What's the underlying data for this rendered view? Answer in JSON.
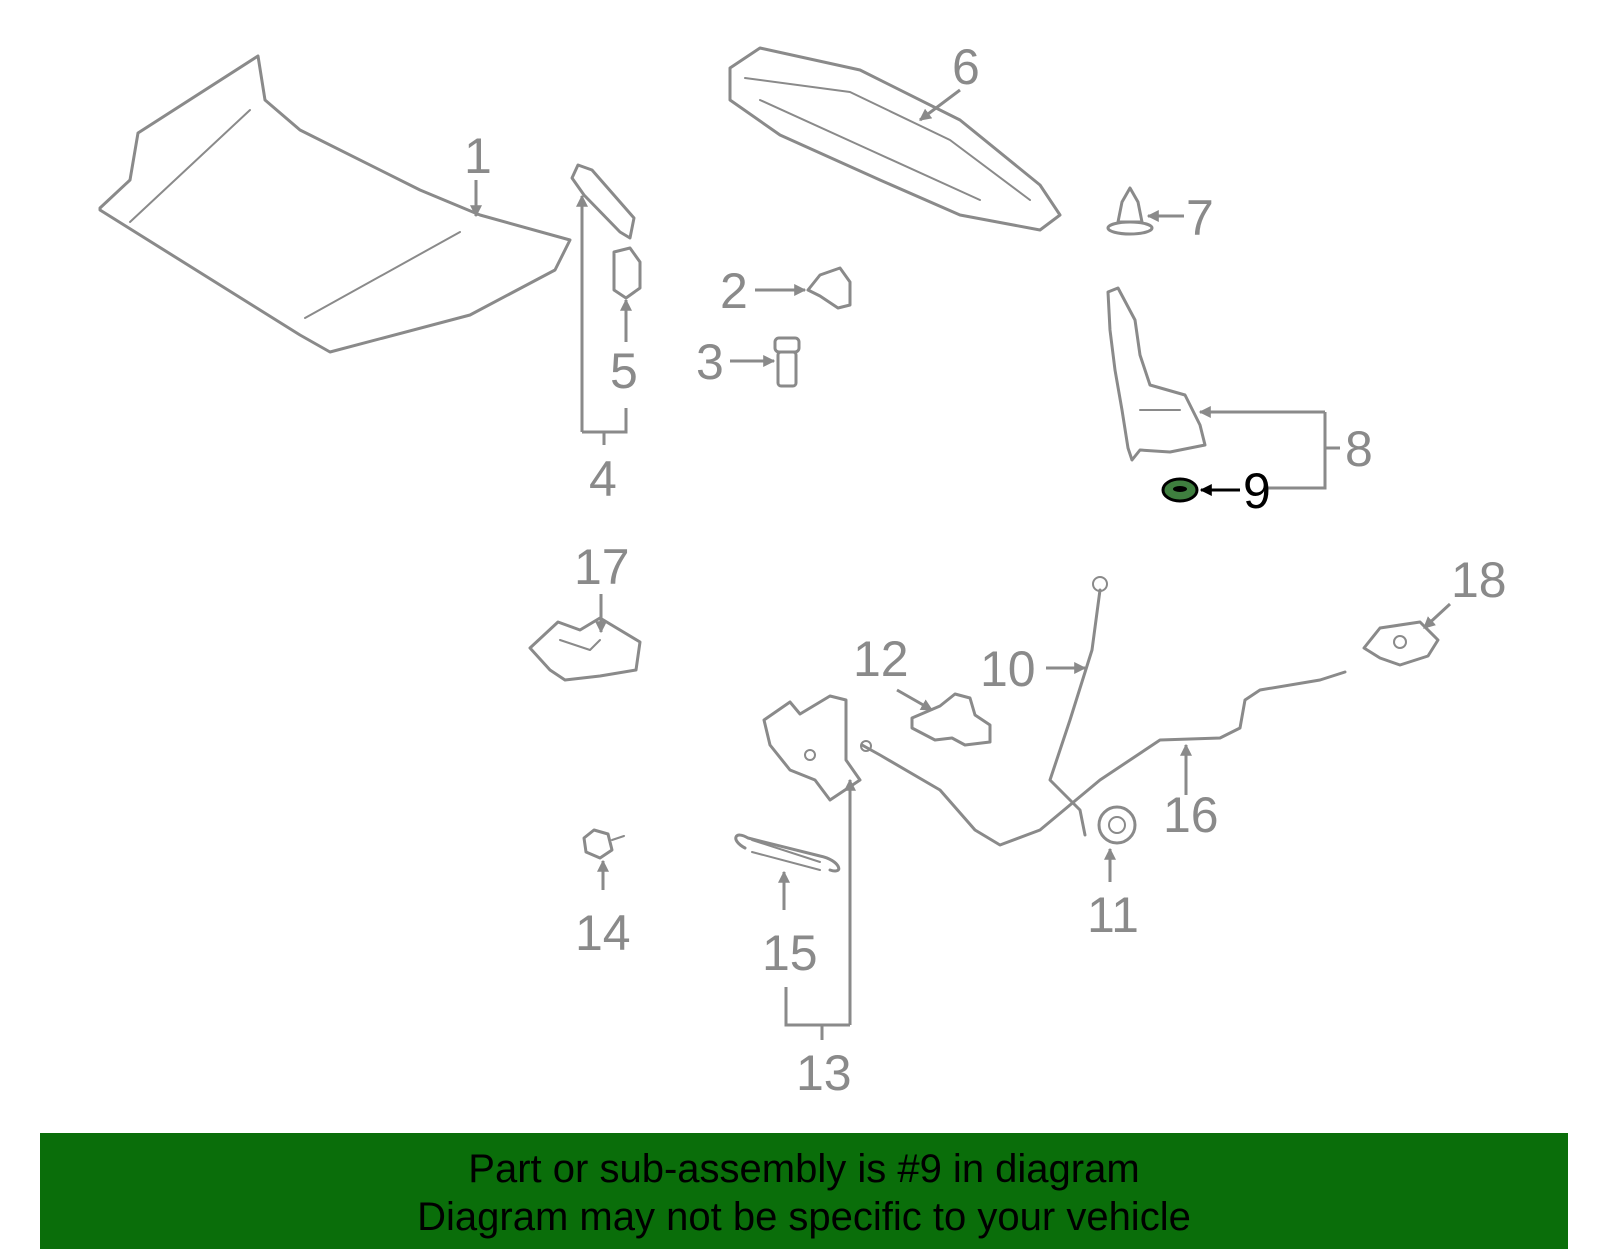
{
  "colors": {
    "line": "#8a8a8a",
    "highlight_part": "#3f7f3f",
    "highlight_label": "#000000",
    "banner_bg": "#0a6e0a",
    "banner_text": "#000000"
  },
  "callouts": {
    "c1": "1",
    "c2": "2",
    "c3": "3",
    "c4": "4",
    "c5": "5",
    "c6": "6",
    "c7": "7",
    "c8": "8",
    "c9": "9",
    "c10": "10",
    "c11": "11",
    "c12": "12",
    "c13": "13",
    "c14": "14",
    "c15": "15",
    "c16": "16",
    "c17": "17",
    "c18": "18"
  },
  "highlighted_part": "9",
  "banner": {
    "line1": "Part or sub-assembly is #9 in diagram",
    "line2": "Diagram may not be specific to your vehicle"
  }
}
